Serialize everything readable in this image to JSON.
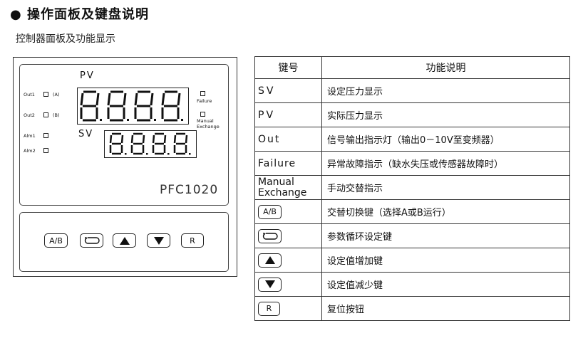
{
  "title": "操作面板及键盘说明",
  "subtitle": "控制器面板及功能显示",
  "panel": {
    "pv_label": "PV",
    "sv_label": "SV",
    "pv_display": "8.8.8.8.",
    "sv_display": "8.8.8.8.",
    "indicators": {
      "out1": "Out1",
      "out1_tag": "(A)",
      "out2": "Out2",
      "out2_tag": "(B)",
      "alm1": "Alm1",
      "alm2": "Alm2",
      "failure": "Failure",
      "manual_line1": "Manual",
      "manual_line2": "Exchange"
    },
    "model": "PFC1020",
    "keys": {
      "ab": "A/B",
      "cycle": "cycle-icon",
      "up": "up-triangle-icon",
      "down": "down-triangle-icon",
      "reset": "R"
    }
  },
  "table": {
    "col_key": "键号",
    "col_desc": "功能说明",
    "rows": [
      {
        "key": "SV",
        "desc": "设定压力显示"
      },
      {
        "key": "PV",
        "desc": "实际压力显示"
      },
      {
        "key": "Out",
        "desc": "信号输出指示灯（输出0－10V至变频器）"
      },
      {
        "key": "Failure",
        "desc": "异常故障指示（缺水失压或传感器故障时）"
      },
      {
        "key_line1": "Manual",
        "key_line2": "Exchange",
        "desc": "手动交替指示"
      },
      {
        "key": "A/B",
        "desc": "交替切换键（选择A或B运行）"
      },
      {
        "key_icon": "cycle-icon",
        "desc": "参数循环设定键"
      },
      {
        "key_icon": "up-triangle-icon",
        "desc": "设定值增加键"
      },
      {
        "key_icon": "down-triangle-icon",
        "desc": "设定值减少键"
      },
      {
        "key": "R",
        "desc": "复位按钮"
      }
    ]
  }
}
